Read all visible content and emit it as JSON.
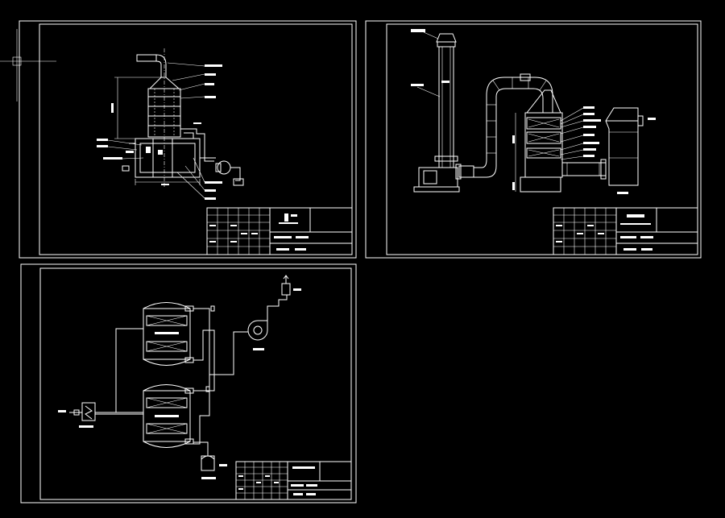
{
  "view": {
    "background": "#000000",
    "line_color": "#ffffff",
    "crosshair_cursor": true
  },
  "sheets": [
    {
      "id": "tower-elevation",
      "title_block": {
        "columns": 6,
        "rows": 5
      }
    },
    {
      "id": "duct-and-stack-layout",
      "title_block": {
        "columns": 6,
        "rows": 5
      }
    },
    {
      "id": "adsorption-process-flow",
      "title_block": {
        "columns": 6,
        "rows": 5
      }
    }
  ]
}
